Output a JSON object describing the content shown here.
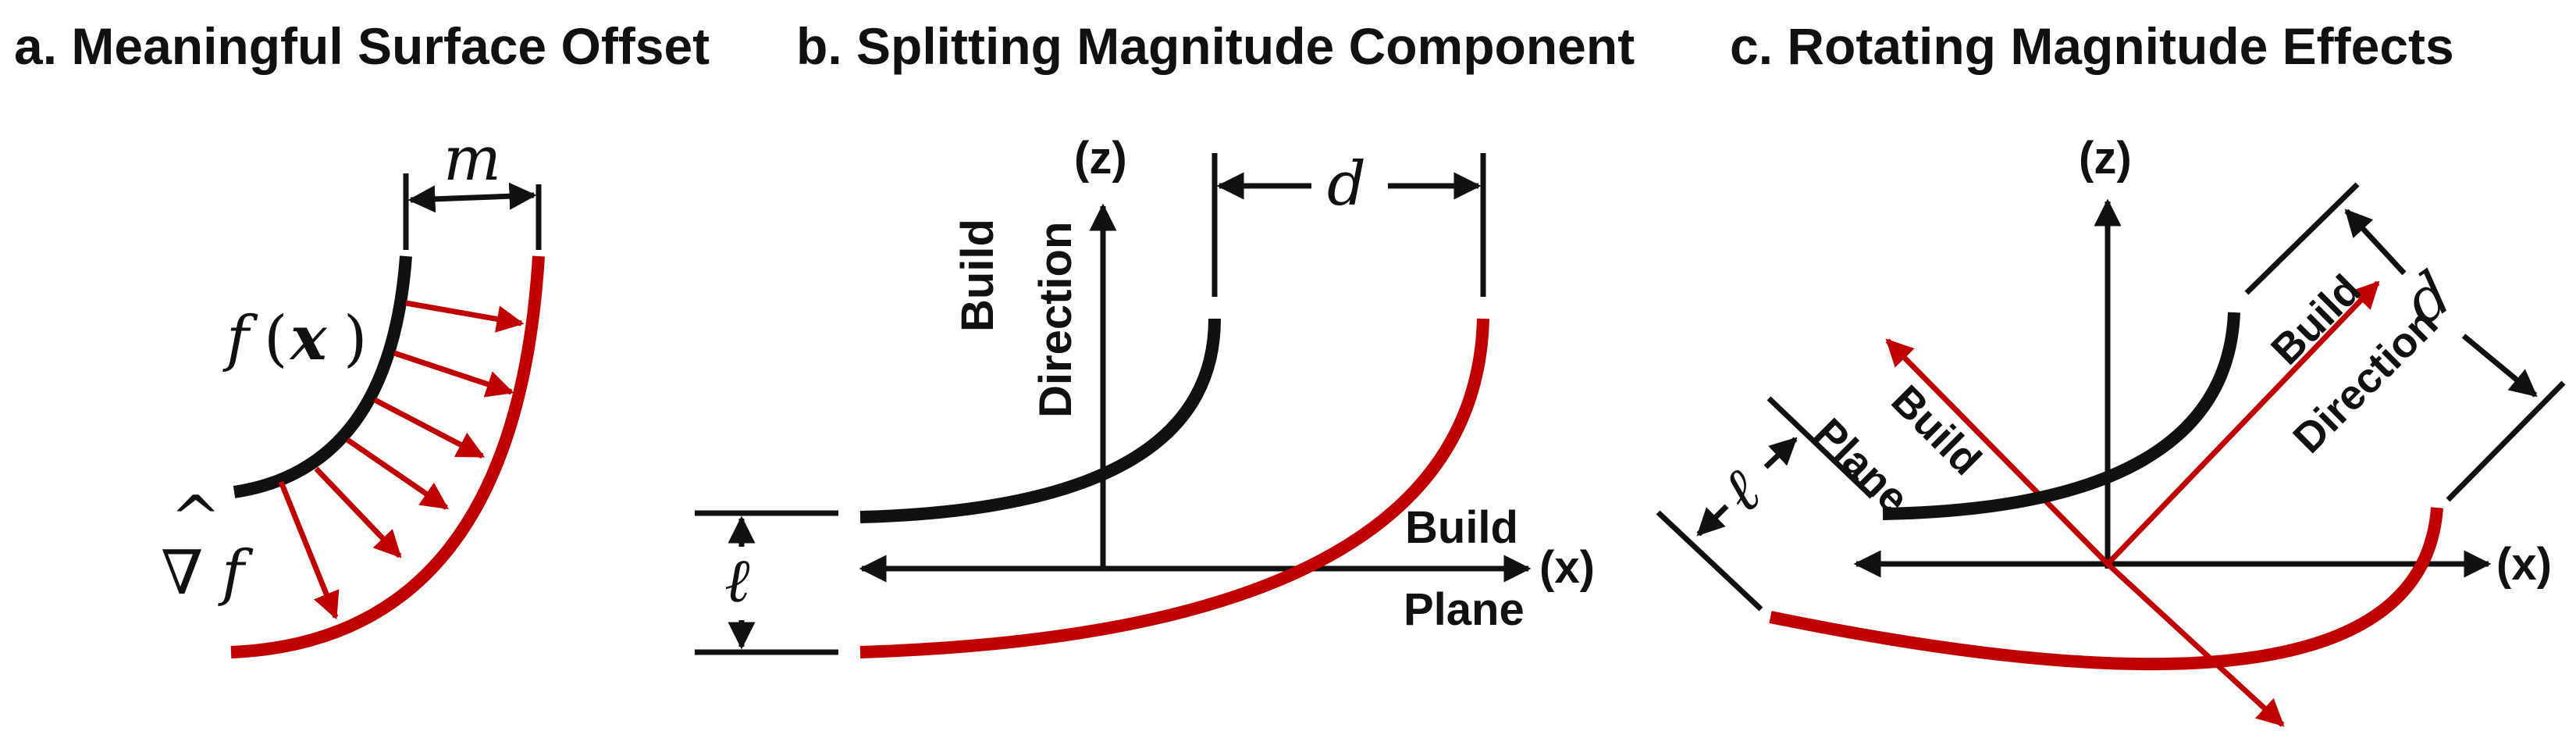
{
  "panels": {
    "a": {
      "title": "a. Meaningful Surface Offset",
      "m_label": "m",
      "f_label": {
        "f": "f",
        "open": "(",
        "x": "x",
        "close": ")"
      },
      "grad_label": {
        "hat": "^",
        "nabla": "∇",
        "f": "f"
      }
    },
    "b": {
      "title": "b. Splitting Magnitude Component",
      "z_label": "(z)",
      "x_label": "(x)",
      "build_direction": {
        "line1": "Build",
        "line2": "Direction"
      },
      "build_plane": {
        "line1": "Build",
        "line2": "Plane"
      },
      "d_label": "d",
      "l_label": "ℓ"
    },
    "c": {
      "title": "c. Rotating Magnitude Effects",
      "z_label": "(z)",
      "x_label": "(x)",
      "build_plane": {
        "line1": "Build",
        "line2": "Plane"
      },
      "build_direction": {
        "line1": "Build",
        "line2": "Direction"
      },
      "d_label": "d",
      "l_label": "ℓ"
    }
  },
  "colors": {
    "black_curve": "#111111",
    "red_curve": "#c00000"
  }
}
